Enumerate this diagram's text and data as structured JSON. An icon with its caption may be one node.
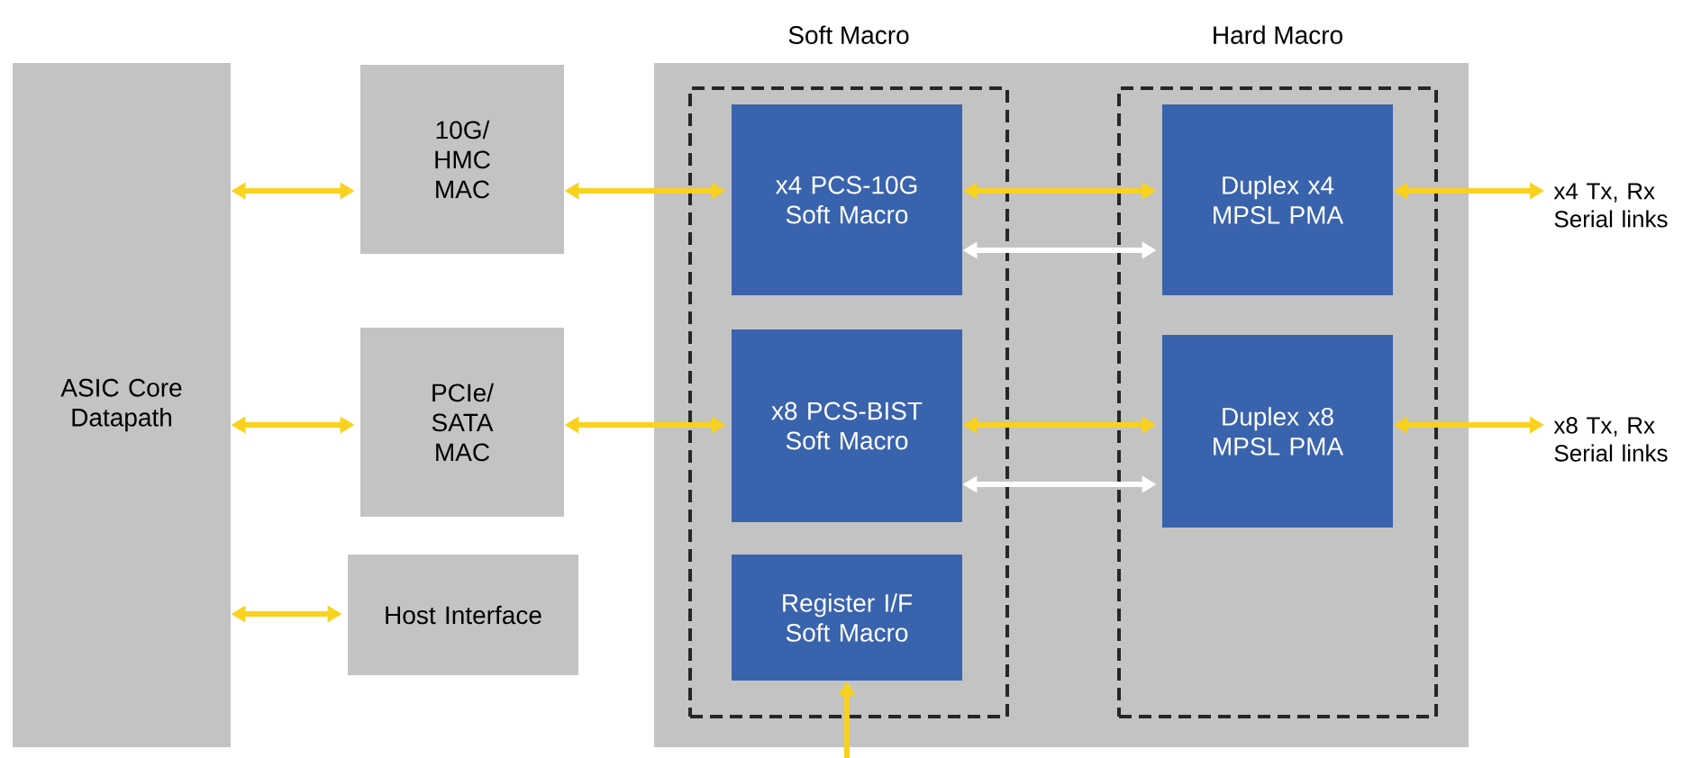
{
  "diagram": {
    "nodes": [
      {
        "text": [
          "ASIC Core Datapath"
        ]
      },
      {
        "text": [
          "10G/ HMC MAC"
        ]
      },
      {
        "text": [
          "PCIe/ SATA MAC"
        ]
      },
      {
        "text": [
          "Host Interface"
        ]
      },
      {
        "text": [],
        "shape": "box"
      },
      {
        "text": [
          "Soft Macro"
        ],
        "in": 4
      },
      {
        "text": [
          "x4 PCS-10G Soft Macro"
        ],
        "in": 5
      },
      {
        "text": [
          "x8 PCS-BIST Soft Macro"
        ],
        "in": 5
      },
      {
        "text": [
          "Register I/F Soft Macro"
        ],
        "in": 5
      },
      {
        "text": [
          "Hard Macro"
        ],
        "in": 4
      },
      {
        "text": [
          "Duplex x4 MPSL PMA"
        ],
        "in": 9
      },
      {
        "text": [
          "Duplex x8 MPSL PMA"
        ],
        "in": 9
      },
      {
        "text": [
          "x4 Tx, Rx Serial links"
        ]
      },
      {
        "text": [
          "x8 Tx, Rx Serial links"
        ]
      }
    ],
    "edges": [
      {
        "from": 0,
        "to": 1,
        "arrow": "both"
      },
      {
        "from": 0,
        "to": 2,
        "arrow": "both"
      },
      {
        "from": 0,
        "to": 3,
        "arrow": "both"
      },
      {
        "from": 1,
        "to": 6,
        "arrow": "both"
      },
      {
        "from": 2,
        "to": 7,
        "arrow": "both"
      },
      {
        "from": 6,
        "to": 10,
        "arrow": "both"
      },
      {
        "from": 6,
        "to": 10,
        "arrow": "both",
        "color": "#ffffff"
      },
      {
        "from": 7,
        "to": 11,
        "arrow": "both"
      },
      {
        "from": 7,
        "to": 11,
        "arrow": "both",
        "color": "#ffffff"
      },
      {
        "from": 10,
        "to": 12,
        "arrow": "both"
      },
      {
        "from": 11,
        "to": 13,
        "arrow": "both"
      },
      {
        "from": null,
        "to": 8,
        "arrow": "to"
      }
    ]
  }
}
